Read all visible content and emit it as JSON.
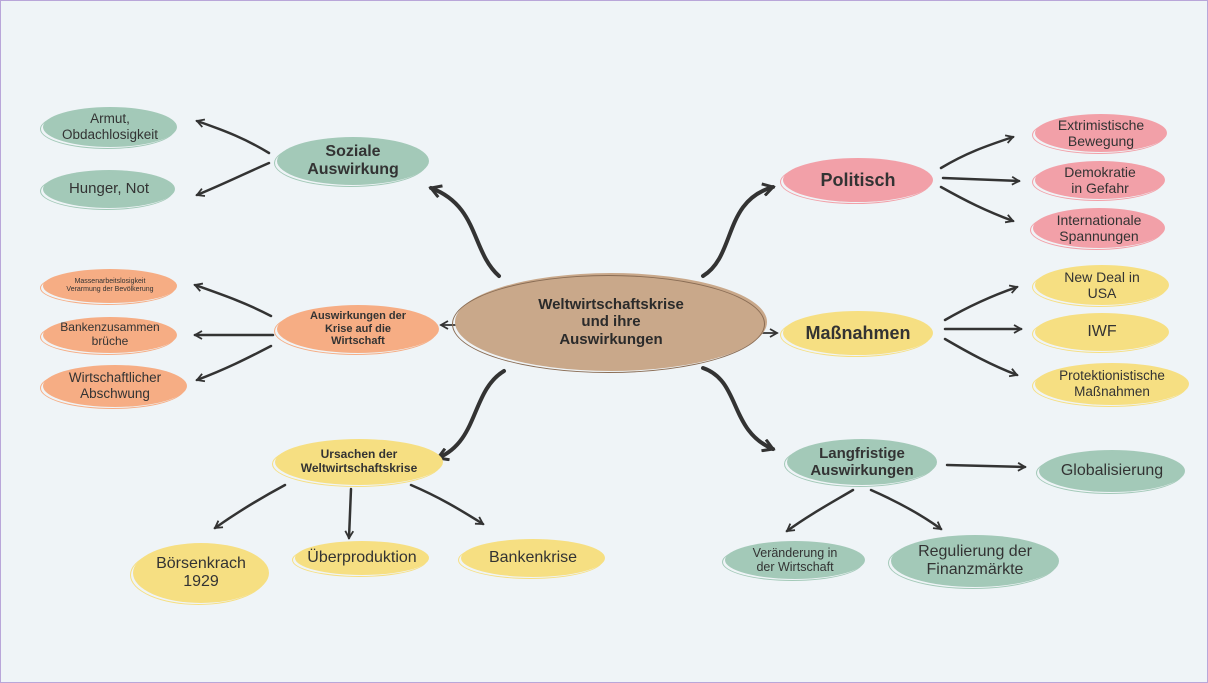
{
  "center": "Weltwirtschaftskrise\nund ihre\nAuswirkungen",
  "soziale": {
    "title": "Soziale\nAuswirkung",
    "items": [
      "Armut,\nObdachlosigkeit",
      "Hunger, Not"
    ]
  },
  "wirtschaft": {
    "title": "Auswirkungen der\nKrise auf die\nWirtschaft",
    "items": [
      "Massenarbeitslosigkeit\nVerarmung der Bevölkerung",
      "Bankenzusammen\nbrüche",
      "Wirtschaftlicher\nAbschwung"
    ]
  },
  "ursachen": {
    "title": "Ursachen der\nWeltwirtschaftskrise",
    "items": [
      "Börsenkrach\n1929",
      "Überproduktion",
      "Bankenkrise"
    ]
  },
  "politisch": {
    "title": "Politisch",
    "items": [
      "Extrimistische\nBewegung",
      "Demokratie\nin Gefahr",
      "Internationale\nSpannungen"
    ]
  },
  "massnahmen": {
    "title": "Maßnahmen",
    "items": [
      "New Deal in\nUSA",
      "IWF",
      "Protektionistische\nMaßnahmen"
    ]
  },
  "langfristig": {
    "title": "Langfristige\nAuswirkungen",
    "items": [
      "Globalisierung",
      "Veränderung in\nder Wirtschaft",
      "Regulierung der\nFinanzmärkte"
    ]
  }
}
